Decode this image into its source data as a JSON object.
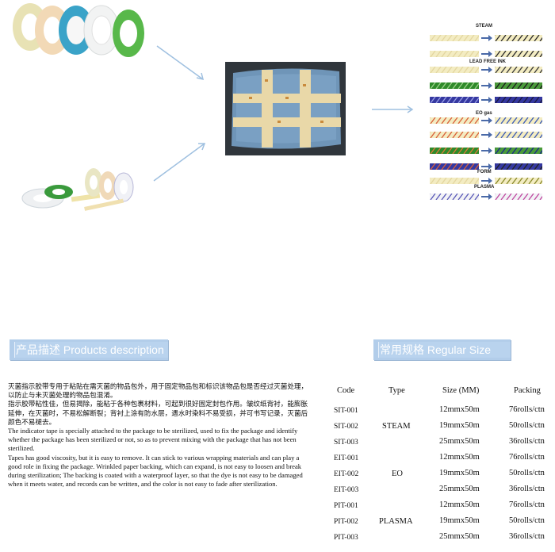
{
  "sections": {
    "description_title": "产品描述 Products description",
    "size_title": "常用规格 Regular Size"
  },
  "swatch_labels": {
    "steam": "STEAM",
    "lead_free": "LEAD FREE INK",
    "eo": "EO gas",
    "form": "FORM",
    "plasma": "PLASMA"
  },
  "description": {
    "cn1": "灭菌指示胶带专用于粘贴在需灭菌的物品包外，用于固定物品包和标识该物品包是否经过灭菌处理，以防止与未灭菌处理的物品包混淆。",
    "cn2": "指示胶带粘性佳，但易揭除，能粘于各种包裹材料，可起到很好固定封包作用。皱纹纸背衬，能膨胀延伸，在灭菌时，不易松解断裂；背衬上涂有防水层，遇水时染料不易受损，并可书写记录，灭菌后颜色不易褪去。",
    "en1": "The indicator tape is specially attached to the package to be sterilized, used to fix the package and identify  whether the package has been sterilized or not, so as to prevent mixing with the package that has not been  sterilized.",
    "en2": "Tapes has good viscosity, but it is easy to remove. It can stick to various wrapping materials and can play a good role in fixing the package. Wrinkled paper backing, which can expand, is not easy to loosen and break during sterilization; The backing is coated with a waterproof layer, so that the dye is not easy to be damaged when it meets water, and records can be written, and the color is not easy to fade after sterilization."
  },
  "size_table": {
    "headers": [
      "Code",
      "Type",
      "Size (MM)",
      "Packing"
    ],
    "rows": [
      {
        "code": "SIT-001",
        "type": "",
        "size": "12mmx50m",
        "packing": "76rolls/ctn"
      },
      {
        "code": "SIT-002",
        "type": "STEAM",
        "size": "19mmx50m",
        "packing": "50rolls/ctn"
      },
      {
        "code": "SIT-003",
        "type": "",
        "size": "25mmx50m",
        "packing": "36rolls/ctn"
      },
      {
        "code": "EIT-001",
        "type": "",
        "size": "12mmx50m",
        "packing": "76rolls/ctn"
      },
      {
        "code": "EIT-002",
        "type": "EO",
        "size": "19mmx50m",
        "packing": "50rolls/ctn"
      },
      {
        "code": "EIT-003",
        "type": "",
        "size": "25mmx50m",
        "packing": "36rolls/ctn"
      },
      {
        "code": "PIT-001",
        "type": "",
        "size": "12mmx50m",
        "packing": "76rolls/ctn"
      },
      {
        "code": "PIT-002",
        "type": "PLASMA",
        "size": "19mmx50m",
        "packing": "50rolls/ctn"
      },
      {
        "code": "PIT-003",
        "type": "",
        "size": "25mmx50m",
        "packing": "36rolls/ctn"
      }
    ]
  },
  "colors": {
    "header_bg": "#b2cdea",
    "arrow": "#9fc0e0",
    "tape_cream": "#f3ecc2",
    "tape_green": "#2f8a2a",
    "tape_blue": "#3538a0"
  }
}
